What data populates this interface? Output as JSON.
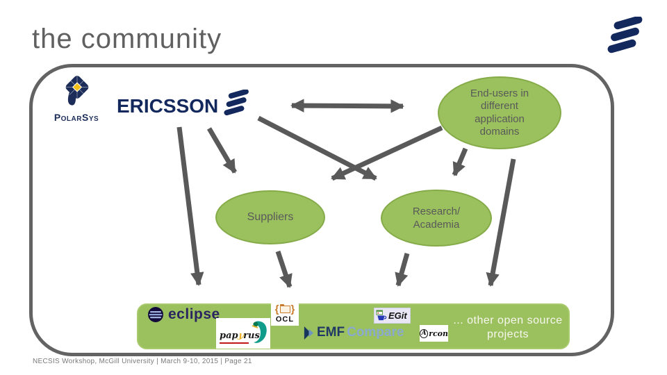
{
  "slide": {
    "title": "the community",
    "footer": "NECSIS Workshop, McGill University   | March 9-10, 2015  |  Page 21"
  },
  "nodes": {
    "end_users": "End-users in different application domains",
    "suppliers": "Suppliers",
    "research_line1": "Research/",
    "research_line2": "Academia"
  },
  "logos": {
    "polarsys": "PolarSys",
    "ericsson": "ERICSSON",
    "eclipse": "eclipse",
    "papyrus_p1": "pap",
    "papyrus_y": "y",
    "papyrus_p2": "rus",
    "ocl_brace_open": "{",
    "ocl_brace_close": "}",
    "ocl": "OCL",
    "emf": "EMF",
    "emf_compare": "Compare",
    "egit": "EGit",
    "arcon_a": "A",
    "arcon_rest": "rcon"
  },
  "bar": {
    "other_projects": "... other open source projects"
  },
  "icons": {
    "ericsson_logo": "three-slanted-bars",
    "polarsys_logo": "snowflake-p-mark",
    "eclipse_logo": "striped-sphere",
    "papyrus_logo": "green-bird",
    "ocl_logo": "braces-folder",
    "emf_compare_logo": "double-chevron",
    "egit_logo": "java-cup"
  },
  "colors": {
    "green_fill": "#9bc15e",
    "green_border": "#85ab48",
    "navy": "#13285c",
    "text_gray": "#595959",
    "frame_gray": "#636363",
    "arrow_gray": "#595959",
    "emf_dark_blue": "#1f3864",
    "emf_light_blue": "#8aa9cf"
  }
}
